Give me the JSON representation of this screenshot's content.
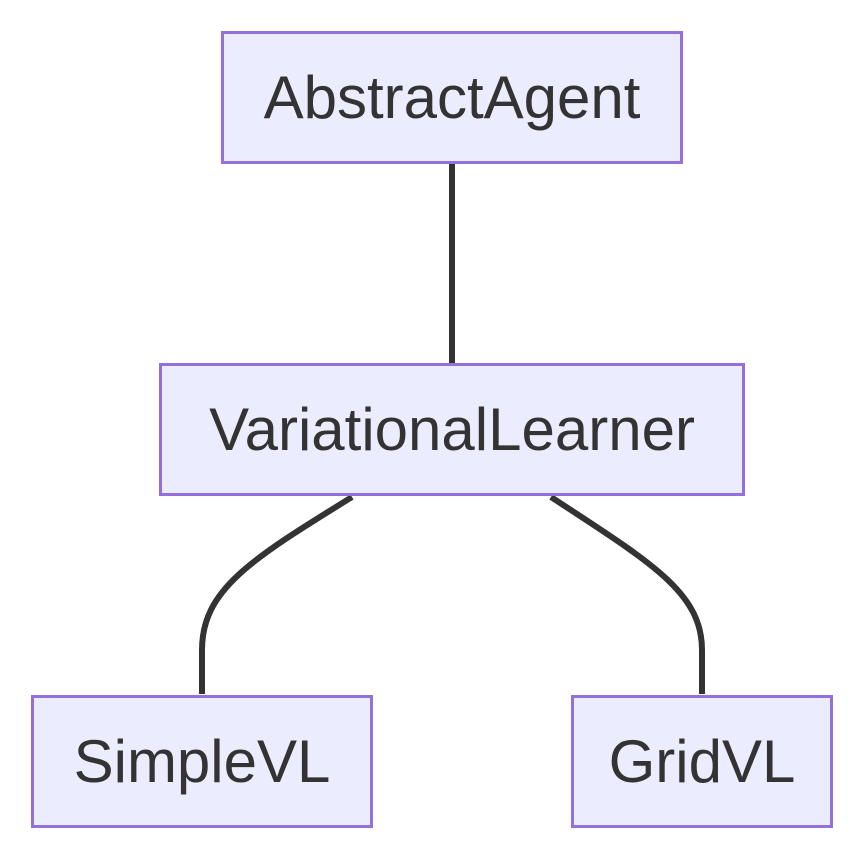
{
  "diagram": {
    "nodes": [
      {
        "id": "AbstractAgent",
        "label": "AbstractAgent"
      },
      {
        "id": "VariationalLearner",
        "label": "VariationalLearner"
      },
      {
        "id": "SimpleVL",
        "label": "SimpleVL"
      },
      {
        "id": "GridVL",
        "label": "GridVL"
      }
    ],
    "edges": [
      {
        "from": "AbstractAgent",
        "to": "VariationalLearner"
      },
      {
        "from": "VariationalLearner",
        "to": "SimpleVL"
      },
      {
        "from": "VariationalLearner",
        "to": "GridVL"
      }
    ],
    "colors": {
      "fill": "#ECECFF",
      "stroke": "#9370DB",
      "edge": "#333333",
      "text": "#333333"
    }
  }
}
